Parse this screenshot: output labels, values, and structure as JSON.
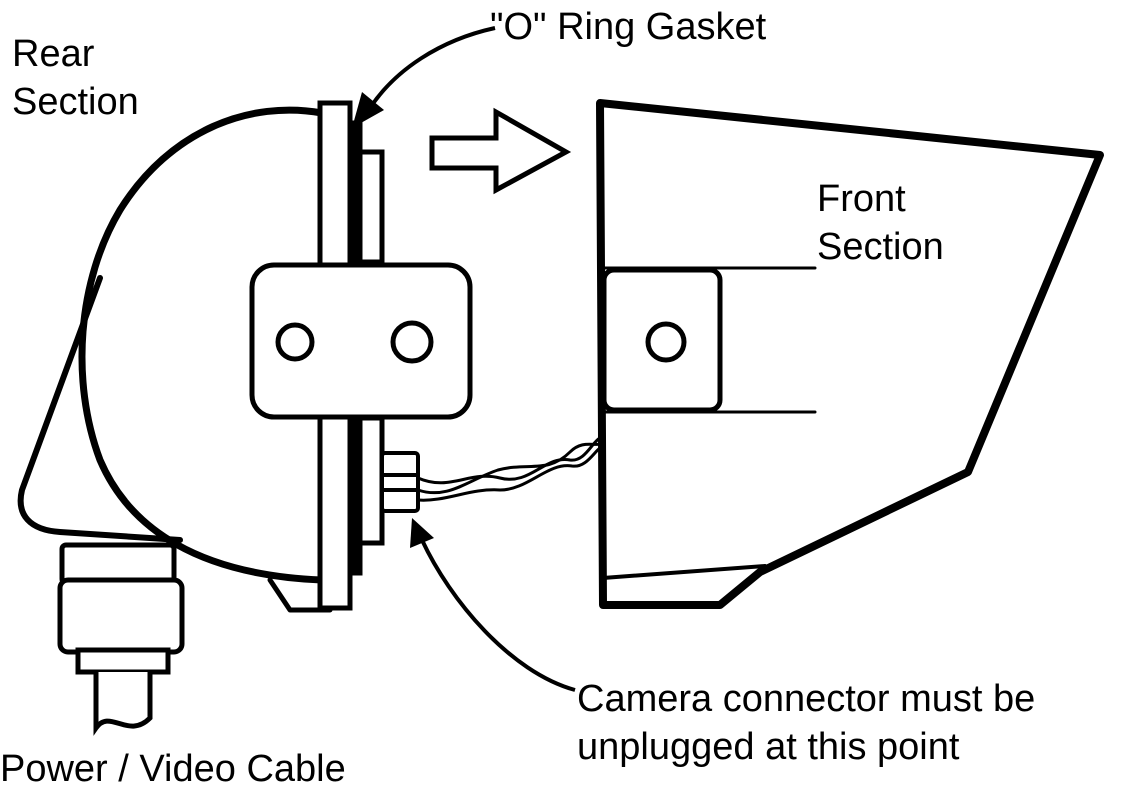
{
  "labels": {
    "rear_section": [
      "Rear",
      "Section"
    ],
    "o_ring_gasket": "\"O\" Ring Gasket",
    "front_section": [
      "Front",
      "Section"
    ],
    "camera_connector": [
      "Camera connector must be",
      "unplugged at this point"
    ],
    "power_video_cable": "Power / Video Cable"
  },
  "colors": {
    "ink": "#000000",
    "paper": "#ffffff"
  }
}
